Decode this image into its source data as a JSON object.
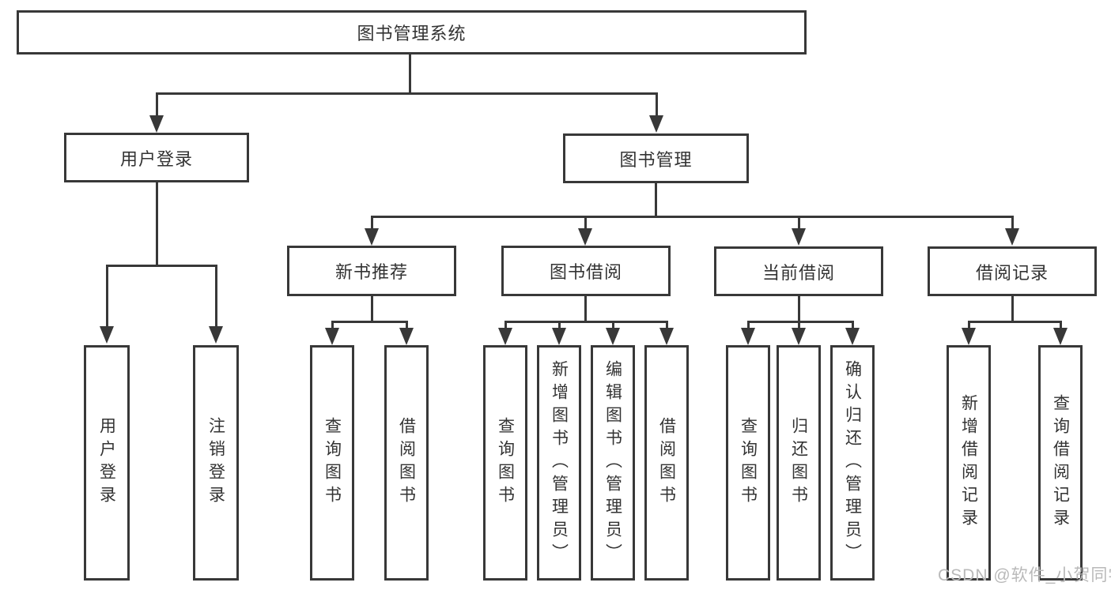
{
  "diagram": {
    "root": {
      "label": "图书管理系统"
    },
    "branches": [
      {
        "label": "用户登录",
        "children": [
          {
            "label": "用户登录"
          },
          {
            "label": "注销登录"
          }
        ]
      },
      {
        "label": "图书管理",
        "children": [
          {
            "label": "新书推荐",
            "children": [
              {
                "label": "查询图书"
              },
              {
                "label": "借阅图书"
              }
            ]
          },
          {
            "label": "图书借阅",
            "children": [
              {
                "label": "查询图书"
              },
              {
                "label": "新增图书（管理员）"
              },
              {
                "label": "编辑图书（管理员）"
              },
              {
                "label": "借阅图书"
              }
            ]
          },
          {
            "label": "当前借阅",
            "children": [
              {
                "label": "查询图书"
              },
              {
                "label": "归还图书"
              },
              {
                "label": "确认归还（管理员）"
              }
            ]
          },
          {
            "label": "借阅记录",
            "children": [
              {
                "label": "新增借阅记录"
              },
              {
                "label": "查询借阅记录"
              }
            ]
          }
        ]
      }
    ]
  },
  "watermark": {
    "text": "CSDN @软件_小贺同学"
  },
  "colors": {
    "line": "#383838",
    "box_border": "#383838",
    "text": "#333333",
    "watermark": "#b9b9b9",
    "background": "#ffffff"
  }
}
